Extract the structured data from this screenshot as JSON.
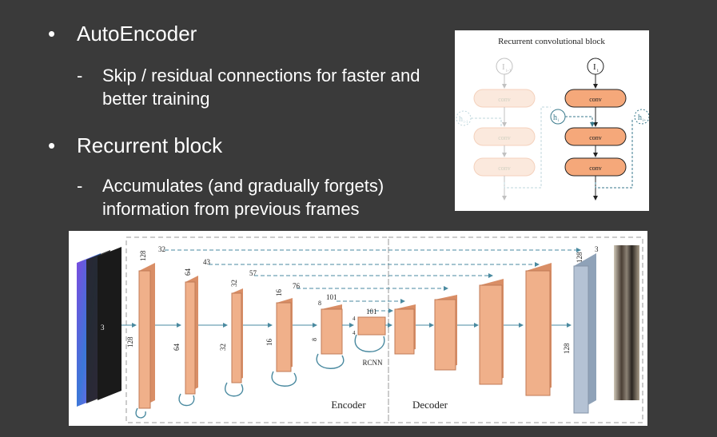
{
  "slide": {
    "bullets": [
      {
        "title": "AutoEncoder",
        "sub": "Skip / residual connections for faster and better training"
      },
      {
        "title": "Recurrent block",
        "sub": "Accumulates (and gradually forgets) information from previous frames"
      }
    ],
    "bullet_glyph": "•",
    "dash_glyph": "-",
    "background": "#3a3a3a"
  },
  "recurrent_block": {
    "title": "Recurrent convolutional block",
    "input_prev": "I",
    "input_prev_sub": "i-1",
    "input_cur": "I",
    "input_cur_sub": "i",
    "hidden_prev": "h",
    "hidden_prev_sub": "i-1",
    "hidden_cur": "h",
    "hidden_cur_sub": "i",
    "hidden_next": "h",
    "hidden_next_sub": "i+",
    "conv_labels": [
      "conv",
      "conv",
      "conv"
    ],
    "colors": {
      "conv_active": "#f5a87a",
      "conv_faded": "#fbe7da",
      "dashed": "#3a7a8c"
    }
  },
  "architecture": {
    "encoder_label": "Encoder",
    "decoder_label": "Decoder",
    "rcnn_label": "RCNN",
    "sizes": {
      "l1_c": "32",
      "l1_s": "128",
      "l2_c": "43",
      "l2_s": "64",
      "l3_c": "57",
      "l3_s": "32",
      "l4_c": "76",
      "l4_s": "16",
      "l5_c": "101",
      "l5_s": "8",
      "l6_c": "101",
      "l6_s": "4",
      "out_c": "3",
      "out_s": "128",
      "kernel": "3"
    },
    "colors": {
      "block": "#f0b08a",
      "block_side": "#d98e66",
      "output": "#b4c2d4",
      "arrow": "#4a8aa0"
    }
  }
}
